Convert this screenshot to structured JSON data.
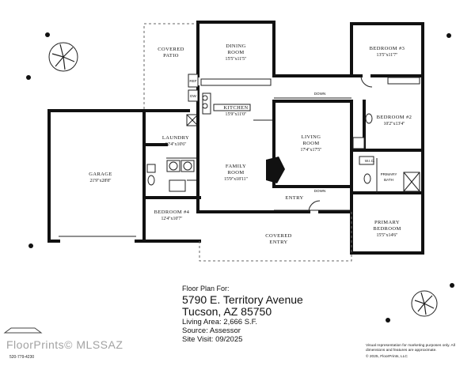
{
  "rooms": {
    "covered_patio": {
      "name": "COVERED",
      "name2": "PATIO"
    },
    "dining": {
      "name": "DINING",
      "name2": "ROOM",
      "dim": "15'5\"x11'5\""
    },
    "bedroom3": {
      "name": "BEDROOM #3",
      "dim": "13'5\"x11'7\""
    },
    "kitchen": {
      "name": "KITCHEN",
      "dim": "15'9\"x11'0\""
    },
    "bedroom2": {
      "name": "BEDROOM #2",
      "dim": "10'2\"x13'4\""
    },
    "laundry": {
      "name": "LAUNDRY",
      "dim": "12'4\"x10'6\""
    },
    "living": {
      "name": "LIVING",
      "name2": "ROOM",
      "dim": "17'4\"x17'5\""
    },
    "garage": {
      "name": "GARAGE",
      "dim": "21'9\"x28'8\""
    },
    "family": {
      "name": "FAMILY",
      "name2": "ROOM",
      "dim": "15'9\"x18'11\""
    },
    "wic": {
      "name": "W.I.C."
    },
    "primary_bath": {
      "name": "PRIMARY",
      "name2": "BATH"
    },
    "entry": {
      "name": "ENTRY"
    },
    "bedroom4": {
      "name": "BEDROOM #4",
      "dim": "12'4\"x10'7\""
    },
    "primary_bedroom": {
      "name": "PRIMARY",
      "name2": "BEDROOM",
      "dim": "15'5\"x14'6\""
    },
    "covered_entry": {
      "name": "COVERED",
      "name2": "ENTRY"
    }
  },
  "labels": {
    "down1": "DOWN",
    "down2": "DOWN",
    "dw": "DW",
    "ref": "REF"
  },
  "info": {
    "floor_plan_for": "Floor Plan For:",
    "address_line1": "5790 E. Territory Avenue",
    "address_line2": "Tucson, AZ  85750",
    "living_area": "Living Area: 2,666 S.F.",
    "source": "Source:  Assessor",
    "site_visit": "Site Visit:  09/2025"
  },
  "disclaimer": "Visual representation for marketing purposes only. All dimensions and features are approximate.",
  "copyright": "© 2025, FloorPrints, LLC",
  "phone": "520-779-4230",
  "watermark": "FloorPrints© MLSSAZ",
  "icons": [
    "tree-icon",
    "flower-icon",
    "north-icon"
  ]
}
